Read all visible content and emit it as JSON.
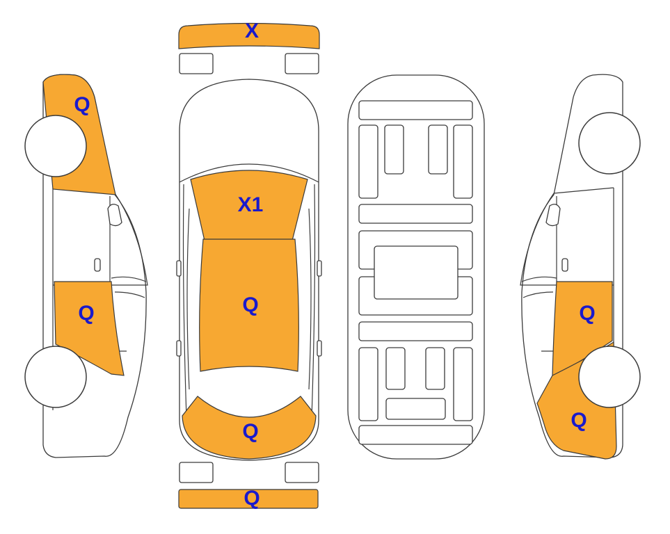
{
  "colors": {
    "highlight": "#f7a832",
    "label": "#1a1acc",
    "outline": "#3a3a3a"
  },
  "labels": {
    "front_bumper": "X",
    "hood": "X1",
    "roof": "Q",
    "trunk": "Q",
    "rear_bumper": "Q",
    "left_front_fender": "Q",
    "left_rear_door": "Q",
    "right_rear_door": "Q",
    "right_rear_quarter": "Q"
  }
}
